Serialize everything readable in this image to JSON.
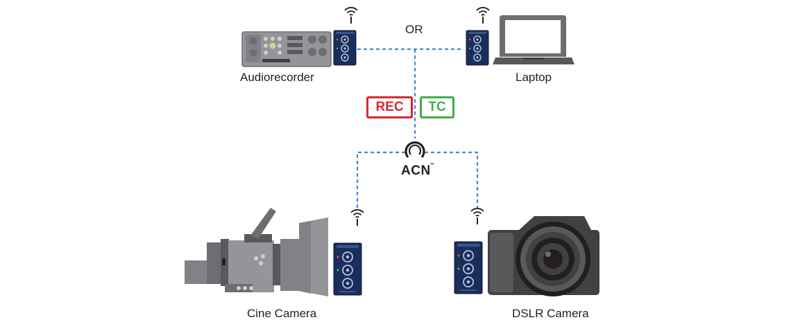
{
  "labels": {
    "audiorecorder": "Audiorecorder",
    "or": "OR",
    "laptop": "Laptop",
    "cine_camera": "Cine Camera",
    "dslr_camera": "DSLR Camera"
  },
  "badges": {
    "rec": "REC",
    "tc": "TC"
  },
  "acn": {
    "text": "ACN",
    "mark": "˜"
  },
  "colors": {
    "link_dashed": "#4a86c8",
    "rec": "#d7282f",
    "tc": "#3fae49",
    "device_navy": "#1b2d5b",
    "gray_dark": "#6d6e71",
    "gray_mid": "#939598",
    "black": "#231f20"
  },
  "icons": [
    "wifi-signal-icon",
    "acn-logo-icon",
    "audiorecorder-icon",
    "laptop-icon",
    "cine-camera-icon",
    "dslr-camera-icon",
    "timecode-transceiver-icon"
  ]
}
